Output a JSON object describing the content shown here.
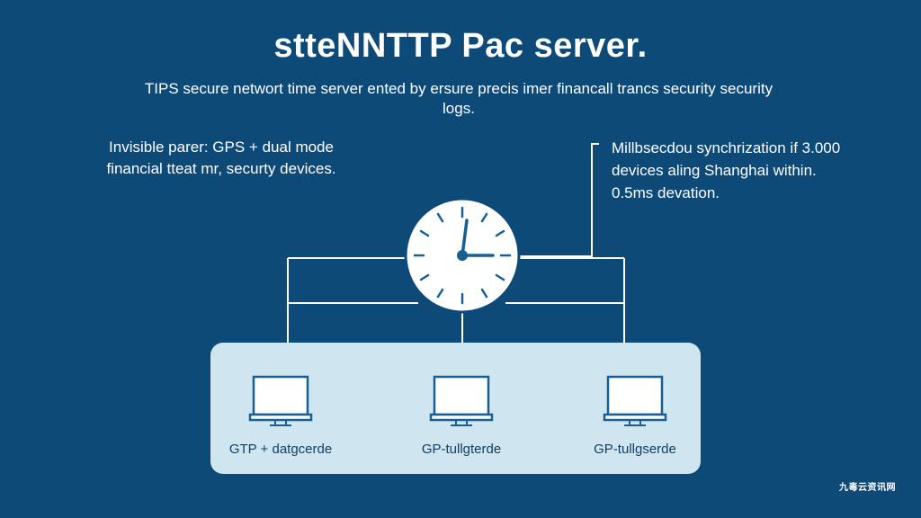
{
  "header": {
    "title": "stteNNTTP Pac server.",
    "subtitle": "TIPS secure networt time server ented by ersure precis imer financall trancs security security logs."
  },
  "notes": {
    "left": "Invisible parer: GPS + dual mode financial tteat mr, securty devices.",
    "right": "Millbsecdou synchrization if 3.000 devices aling Shanghai within. 0.5ms devation."
  },
  "clock": {
    "icon": "clock-icon"
  },
  "devices": [
    {
      "label": "GTP + datgcerde",
      "icon": "laptop-icon"
    },
    {
      "label": "GP-tullgterde",
      "icon": "laptop-icon"
    },
    {
      "label": "GP-tullgserde",
      "icon": "laptop-icon"
    }
  ],
  "watermark": "九毒云资讯网",
  "colors": {
    "background": "#0e4a78",
    "panel": "#cfe6f0",
    "clock_face": "#ffffff",
    "clock_hand": "#1a5f94",
    "device_stroke": "#1a5f94",
    "text_dark": "#123e63",
    "line": "#ffffff"
  }
}
